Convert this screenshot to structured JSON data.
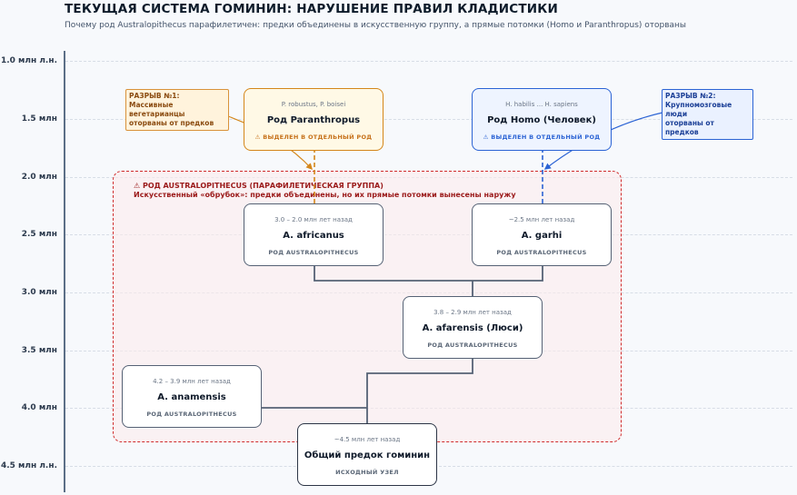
{
  "header": {
    "title": "ТЕКУЩАЯ СИСТЕМА ГОМИНИН: НАРУШЕНИЕ ПРАВИЛ КЛАДИСТИКИ",
    "subtitle": "Почему род Australopithecus парафилетичен: предки объединены в искусственную группу, а прямые потомки (Homo и Paranthropus) оторваны"
  },
  "axis": {
    "ticks": [
      "1.0 млн л.н.",
      "1.5 млн",
      "2.0 млн",
      "2.5 млн",
      "3.0 млн",
      "3.5 млн",
      "4.0 млн",
      "4.5 млн л.н."
    ]
  },
  "group": {
    "title": "⚠ РОД AUSTRALOPITHECUS (ПАРАФИЛЕТИЧЕСКАЯ ГРУППА)",
    "subtitle": "Искусственный «обрубок»: предки объединены, но их прямые потомки вынесены наружу"
  },
  "callouts": {
    "left": {
      "line1": "РАЗРЫВ №1:",
      "line2": "Массивные вегетарианцы",
      "line3": "оторваны от предков"
    },
    "right": {
      "line1": "РАЗРЫВ №2:",
      "line2": "Крупномозговые люди",
      "line3": "оторваны от предков"
    }
  },
  "nodes": {
    "paranthropus": {
      "sub": "P. robustus, P. boisei",
      "name": "Род Paranthropus",
      "genus": "⚠ ВЫДЕЛЕН В ОТДЕЛЬНЫЙ РОД"
    },
    "homo": {
      "sub": "H. habilis ... H. sapiens",
      "name": "Род Homo (Человек)",
      "genus": "⚠ ВЫДЕЛЕН В ОТДЕЛЬНЫЙ РОД"
    },
    "africanus": {
      "sub": "3.0 – 2.0 млн лет назад",
      "name": "A. africanus",
      "genus": "РОД AUSTRALOPITHECUS"
    },
    "garhi": {
      "sub": "~2.5 млн лет назад",
      "name": "A. garhi",
      "genus": "РОД AUSTRALOPITHECUS"
    },
    "afarensis": {
      "sub": "3.8 – 2.9 млн лет назад",
      "name": "A. afarensis (Люси)",
      "genus": "РОД AUSTRALOPITHECUS"
    },
    "anamensis": {
      "sub": "4.2 – 3.9 млн лет назад",
      "name": "A. anamensis",
      "genus": "РОД AUSTRALOPITHECUS"
    },
    "root": {
      "sub": "~4.5 млн лет назад",
      "name": "Общий предок гоминин",
      "genus": "ИСХОДНЫЙ УЗЕЛ"
    }
  },
  "colors": {
    "paraphyletic": "#cf2b2b",
    "paranthropus": "#d4861a",
    "homo": "#2b63d4",
    "tree_lines": "#556275"
  }
}
